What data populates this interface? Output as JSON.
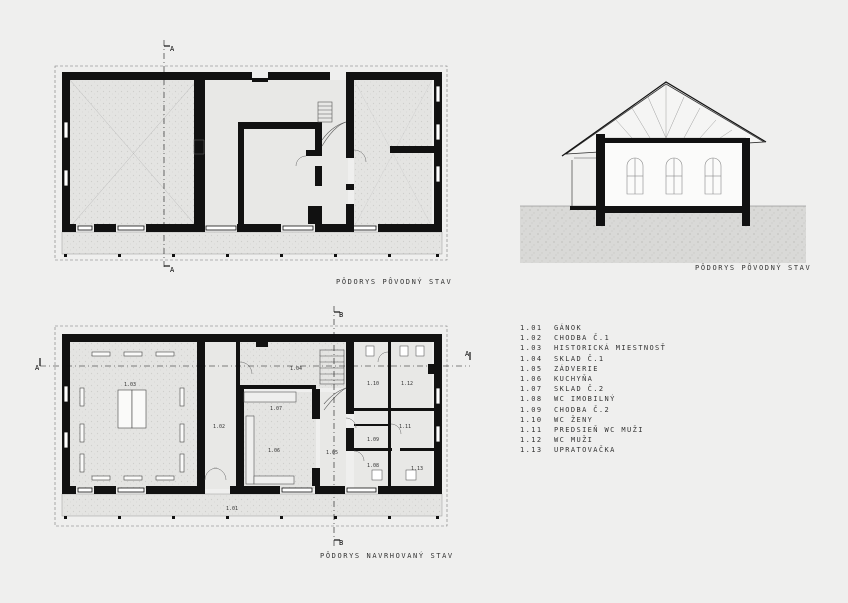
{
  "captions": {
    "plan_existing": "PÔDORYS PÔVODNÝ STAV",
    "section_existing": "PÔDORYS PÔVODNÝ STAV",
    "plan_proposed": "PÔDORYS NAVRHOVANÝ STAV"
  },
  "section_marks": {
    "a": "A",
    "b": "B"
  },
  "room_labels": {
    "r101": "1.01",
    "r102": "1.02",
    "r103": "1.03",
    "r104": "1.04",
    "r105": "1.05",
    "r106": "1.06",
    "r107": "1.07",
    "r108": "1.08",
    "r109": "1.09",
    "r110": "1.10",
    "r111": "1.11",
    "r112": "1.12",
    "r113": "1.13"
  },
  "legend": [
    {
      "code": "1.01",
      "name": "GÁNOK"
    },
    {
      "code": "1.02",
      "name": "CHODBA Č.1"
    },
    {
      "code": "1.03",
      "name": "HISTORICKÁ MIESTNOSŤ"
    },
    {
      "code": "1.04",
      "name": "SKLAD Č.1"
    },
    {
      "code": "1.05",
      "name": "ZÁDVERIE"
    },
    {
      "code": "1.06",
      "name": "KUCHYŇA"
    },
    {
      "code": "1.07",
      "name": "SKLAD Č.2"
    },
    {
      "code": "1.08",
      "name": "WC IMOBILNÝ"
    },
    {
      "code": "1.09",
      "name": "CHODBA Č.2"
    },
    {
      "code": "1.10",
      "name": "WC ŽENY"
    },
    {
      "code": "1.11",
      "name": "PREDSIEŇ WC MUŽI"
    },
    {
      "code": "1.12",
      "name": "WC MUŽI"
    },
    {
      "code": "1.13",
      "name": "UPRATOVAČKA"
    }
  ]
}
